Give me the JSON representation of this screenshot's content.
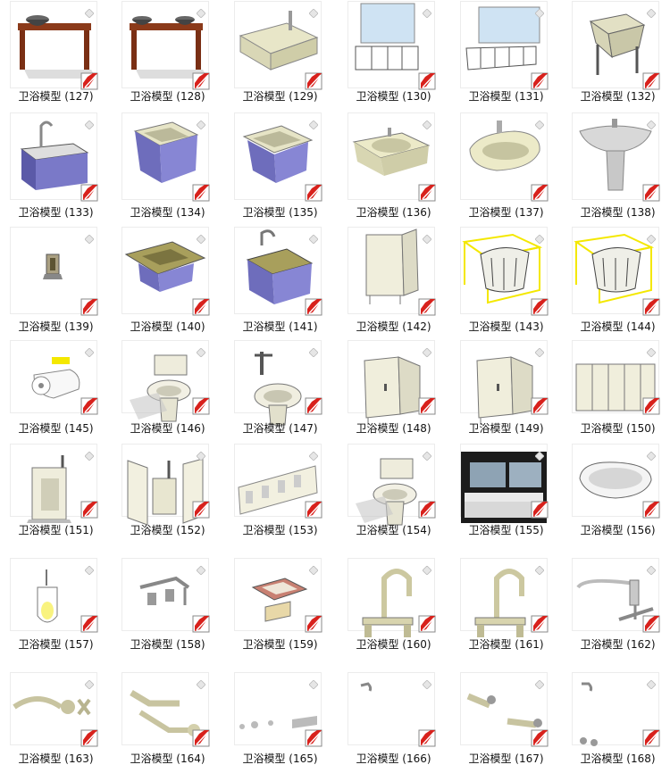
{
  "colors": {
    "label_text": "#111111",
    "badge_red": "#d8211c",
    "badge_border": "#8a8a8a"
  },
  "items": [
    {
      "label": "卫浴模型 (127)",
      "icon": "vanity-console-sink-icon"
    },
    {
      "label": "卫浴模型 (128)",
      "icon": "double-vessel-sink-console-icon"
    },
    {
      "label": "卫浴模型 (129)",
      "icon": "rectangular-basin-sink-icon"
    },
    {
      "label": "卫浴模型 (130)",
      "icon": "vanity-cabinet-mirror-icon"
    },
    {
      "label": "卫浴模型 (131)",
      "icon": "double-vanity-mirror-icon"
    },
    {
      "label": "卫浴模型 (132)",
      "icon": "utility-tub-icon"
    },
    {
      "label": "卫浴模型 (133)",
      "icon": "kitchen-sink-faucet-icon"
    },
    {
      "label": "卫浴模型 (134)",
      "icon": "square-drop-in-sink-icon"
    },
    {
      "label": "卫浴模型 (135)",
      "icon": "square-sink-icon"
    },
    {
      "label": "卫浴模型 (136)",
      "icon": "lavatory-sink-icon"
    },
    {
      "label": "卫浴模型 (137)",
      "icon": "wall-hung-basin-icon"
    },
    {
      "label": "卫浴模型 (138)",
      "icon": "pedestal-sink-icon"
    },
    {
      "label": "卫浴模型 (139)",
      "icon": "soap-dish-icon"
    },
    {
      "label": "卫浴模型 (140)",
      "icon": "counter-sink-icon"
    },
    {
      "label": "卫浴模型 (141)",
      "icon": "sink-with-faucet-icon"
    },
    {
      "label": "卫浴模型 (142)",
      "icon": "toilet-partition-icon"
    },
    {
      "label": "卫浴模型 (143)",
      "icon": "selected-basin-icon"
    },
    {
      "label": "卫浴模型 (144)",
      "icon": "selected-basin-icon"
    },
    {
      "label": "卫浴模型 (145)",
      "icon": "toilet-paper-holder-icon"
    },
    {
      "label": "卫浴模型 (146)",
      "icon": "toilet-icon"
    },
    {
      "label": "卫浴模型 (147)",
      "icon": "flush-valve-toilet-icon"
    },
    {
      "label": "卫浴模型 (148)",
      "icon": "partition-stall-icon"
    },
    {
      "label": "卫浴模型 (149)",
      "icon": "partition-stall-icon"
    },
    {
      "label": "卫浴模型 (150)",
      "icon": "multi-stall-partition-icon"
    },
    {
      "label": "卫浴模型 (151)",
      "icon": "urinal-icon"
    },
    {
      "label": "卫浴模型 (152)",
      "icon": "urinal-screens-icon"
    },
    {
      "label": "卫浴模型 (153)",
      "icon": "urinal-row-icon"
    },
    {
      "label": "卫浴模型 (154)",
      "icon": "toilet-icon"
    },
    {
      "label": "卫浴模型 (155)",
      "icon": "wash-trough-photo-icon"
    },
    {
      "label": "卫浴模型 (156)",
      "icon": "stone-basin-icon"
    },
    {
      "label": "卫浴模型 (157)",
      "icon": "small-urinal-icon"
    },
    {
      "label": "卫浴模型 (158)",
      "icon": "faucet-fitting-icon"
    },
    {
      "label": "卫浴模型 (159)",
      "icon": "square-vessel-sink-icon"
    },
    {
      "label": "卫浴模型 (160)",
      "icon": "gooseneck-faucet-icon"
    },
    {
      "label": "卫浴模型 (161)",
      "icon": "gooseneck-faucet-icon"
    },
    {
      "label": "卫浴模型 (162)",
      "icon": "single-lever-faucet-icon"
    },
    {
      "label": "卫浴模型 (163)",
      "icon": "wall-faucet-icon"
    },
    {
      "label": "卫浴模型 (164)",
      "icon": "tub-spout-icon"
    },
    {
      "label": "卫浴模型 (165)",
      "icon": "wall-fixtures-icon"
    },
    {
      "label": "卫浴模型 (166)",
      "icon": "shower-head-icon"
    },
    {
      "label": "卫浴模型 (167)",
      "icon": "wall-fittings-icon"
    },
    {
      "label": "卫浴模型 (168)",
      "icon": "shower-set-icon"
    }
  ]
}
